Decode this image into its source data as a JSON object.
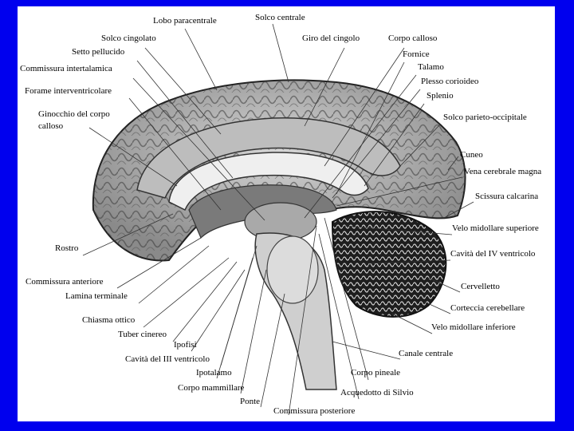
{
  "colors": {
    "background": "#0000ee",
    "panel": "#ffffff",
    "ink": "#000000",
    "cortex": "#8a8a8a",
    "brainstem": "#cfcfcf",
    "cerebellum_dark": "#1e1e1e"
  },
  "labels": {
    "lobo_paracentrale": "Lobo paracentrale",
    "solco_centrale": "Solco centrale",
    "solco_cingolato": "Solco cingolato",
    "giro_cingolo": "Giro del cingolo",
    "corpo_calloso": "Corpo calloso",
    "setto_pellucido": "Setto pellucido",
    "fornice": "Fornice",
    "commissura_intertalamica": "Commissura intertalamica",
    "talamo": "Talamo",
    "plesso_corioideo": "Plesso corioideo",
    "forame_interventricolare": "Forame interventricolare",
    "splenio": "Splenio",
    "ginocchio_corpo_calloso_1": "Ginocchio del corpo",
    "ginocchio_corpo_calloso_2": "calloso",
    "solco_parieto_occipitale": "Solco parieto-occipitale",
    "cuneo": "Cuneo",
    "vena_cerebrale_magna": "Vena cerebrale magna",
    "scissura_calcarina": "Scissura calcarina",
    "velo_midollare_superiore": "Velo midollare superiore",
    "rostro": "Rostro",
    "cavita_iv_ventricolo": "Cavità del IV ventricolo",
    "commissura_anteriore": "Commissura anteriore",
    "cervelletto": "Cervelletto",
    "lamina_terminale": "Lamina terminale",
    "corteccia_cerebellare": "Corteccia cerebellare",
    "chiasma_ottico": "Chiasma ottico",
    "velo_midollare_inferiore": "Velo midollare inferiore",
    "tuber_cinereo": "Tuber cinereo",
    "ipofisi": "Ipofisi",
    "canale_centrale": "Canale centrale",
    "cavita_iii_ventricolo": "Cavità del III ventricolo",
    "ipotalamo": "Ipotalamo",
    "corpo_pineale": "Corpo pineale",
    "corpo_mammillare": "Corpo mammillare",
    "acquedotto_silvio": "Acquedotto di Silvio",
    "ponte": "Ponte",
    "commissura_posteriore": "Commissura posteriore"
  }
}
